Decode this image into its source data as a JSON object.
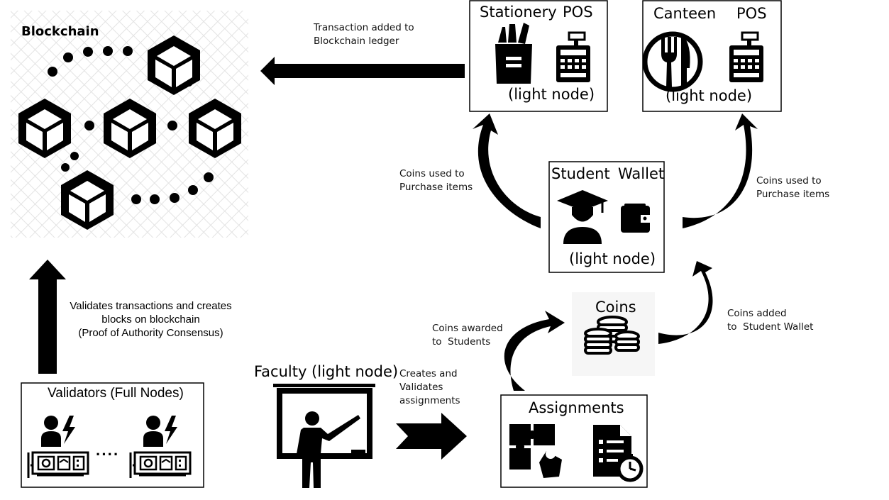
{
  "blockchain": {
    "title": "Blockchain",
    "ledger_note_line1": "Transaction added to",
    "ledger_note_line2": "Blockchain ledger"
  },
  "stationery": {
    "title_left": "Stationery",
    "title_right": "POS",
    "subtitle": "(light node)"
  },
  "canteen": {
    "title_left": "Canteen",
    "title_right": "POS",
    "subtitle": "(light node)"
  },
  "student": {
    "title_left": "Student",
    "title_right": "Wallet",
    "subtitle": "(light node)"
  },
  "purchase_left": {
    "line1": "Coins used to",
    "line2": "Purchase items"
  },
  "purchase_right": {
    "line1": "Coins used to",
    "line2": "Purchase items"
  },
  "coins": {
    "title": "Coins"
  },
  "coins_added": {
    "line1": "Coins added",
    "line2": "to  Student Wallet"
  },
  "coins_awarded": {
    "line1": "Coins awarded",
    "line2": "to  Students"
  },
  "validators": {
    "title": "Validators (Full Nodes)",
    "ellipsis": "····",
    "note_line1": "Validates transactions and creates",
    "note_line2": "blocks on blockchain",
    "note_line3": "(Proof of Authority Consensus)"
  },
  "faculty": {
    "title": "Faculty (light node)",
    "note_line1": "Creates and",
    "note_line2": "Validates",
    "note_line3": "assignments"
  },
  "assignments": {
    "title": "Assignments"
  },
  "icons": [
    "blockchain-cube-network-icon",
    "pencil-cup-icon",
    "pos-register-icon",
    "fork-knife-plate-icon",
    "graduate-student-icon",
    "wallet-icon",
    "coin-stacks-icon",
    "validator-node-icon",
    "teacher-board-icon",
    "puzzle-icon",
    "checklist-clock-icon"
  ]
}
